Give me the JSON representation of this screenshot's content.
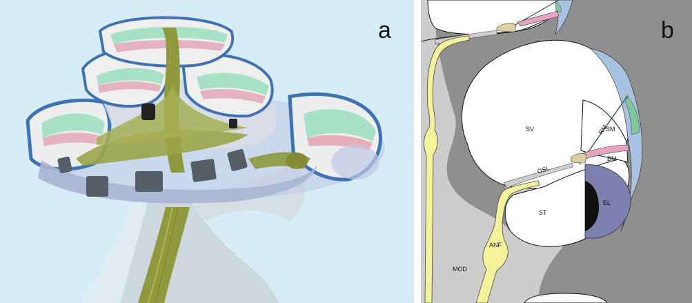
{
  "panel_a": {
    "letter": "a",
    "colors": {
      "background": "#d6ecf6",
      "nerve": "#8f9a3e",
      "membrane_blue": "#3f72b5",
      "membrane_green": "#9fe0c2",
      "membrane_pink": "#e3a7b8"
    }
  },
  "panel_b": {
    "letter": "b",
    "labels": {
      "sv": "SV",
      "sm": "SM",
      "rm": "RM",
      "bm": "BM",
      "osl": "OSL",
      "st": "ST",
      "el": "EL",
      "anf": "ANF",
      "mod": "MOD"
    },
    "colors": {
      "dark_bone": "#8f8f8f",
      "modiolus": "#cdcdcd",
      "nerve_yellow": "#f3f29a",
      "stria_blue": "#a9c2e2",
      "green_tissue": "#7fc79d",
      "pink_membrane": "#e8a3c0",
      "tan_limbus": "#e0cfa0",
      "electrode_outer": "#7d7fae",
      "electrode_inner": "#111111"
    }
  }
}
